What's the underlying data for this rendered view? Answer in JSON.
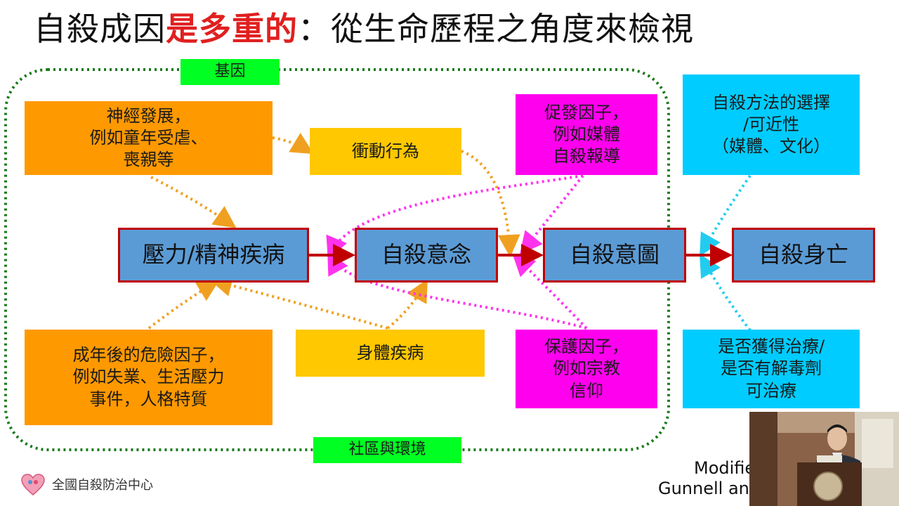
{
  "title": {
    "prefix": "自殺成因",
    "highlight": "是多重的",
    "suffix": "：從生命歷程之角度來檢視"
  },
  "frame_labels": {
    "top": "基因",
    "bottom": "社區與環境"
  },
  "boxes": {
    "neuro_dev": "神經發展，\n例如童年受虐、\n喪親等",
    "impulsivity": "衝動行為",
    "precipitating": "促發因子，\n例如媒體\n自殺報導",
    "method_access": "自殺方法的選擇\n/可近性\n（媒體、文化）",
    "stress_mental": "壓力/精神疾病",
    "ideation": "自殺意念",
    "intent": "自殺意圖",
    "death": "自殺身亡",
    "adult_risk": "成年後的危險因子，\n例如失業、生活壓力\n事件，人格特質",
    "physical": "身體疾病",
    "protective": "保護因子，\n例如宗教\n信仰",
    "treatment": "是否獲得治療/\n是否有解毒劑\n可治療"
  },
  "footer": {
    "org": "全國自殺防治中心",
    "credit_line1": "Modifie",
    "credit_line2": "Gunnell anc"
  },
  "colors": {
    "orange": "#ff9900",
    "yellow": "#ffc800",
    "magenta": "#ff00ee",
    "cyan": "#00ccff",
    "green": "#00ff22",
    "main_fill": "#5b9bd5",
    "main_border": "#c00000",
    "title_highlight": "#e02020",
    "frame": "#1a7a1a"
  }
}
